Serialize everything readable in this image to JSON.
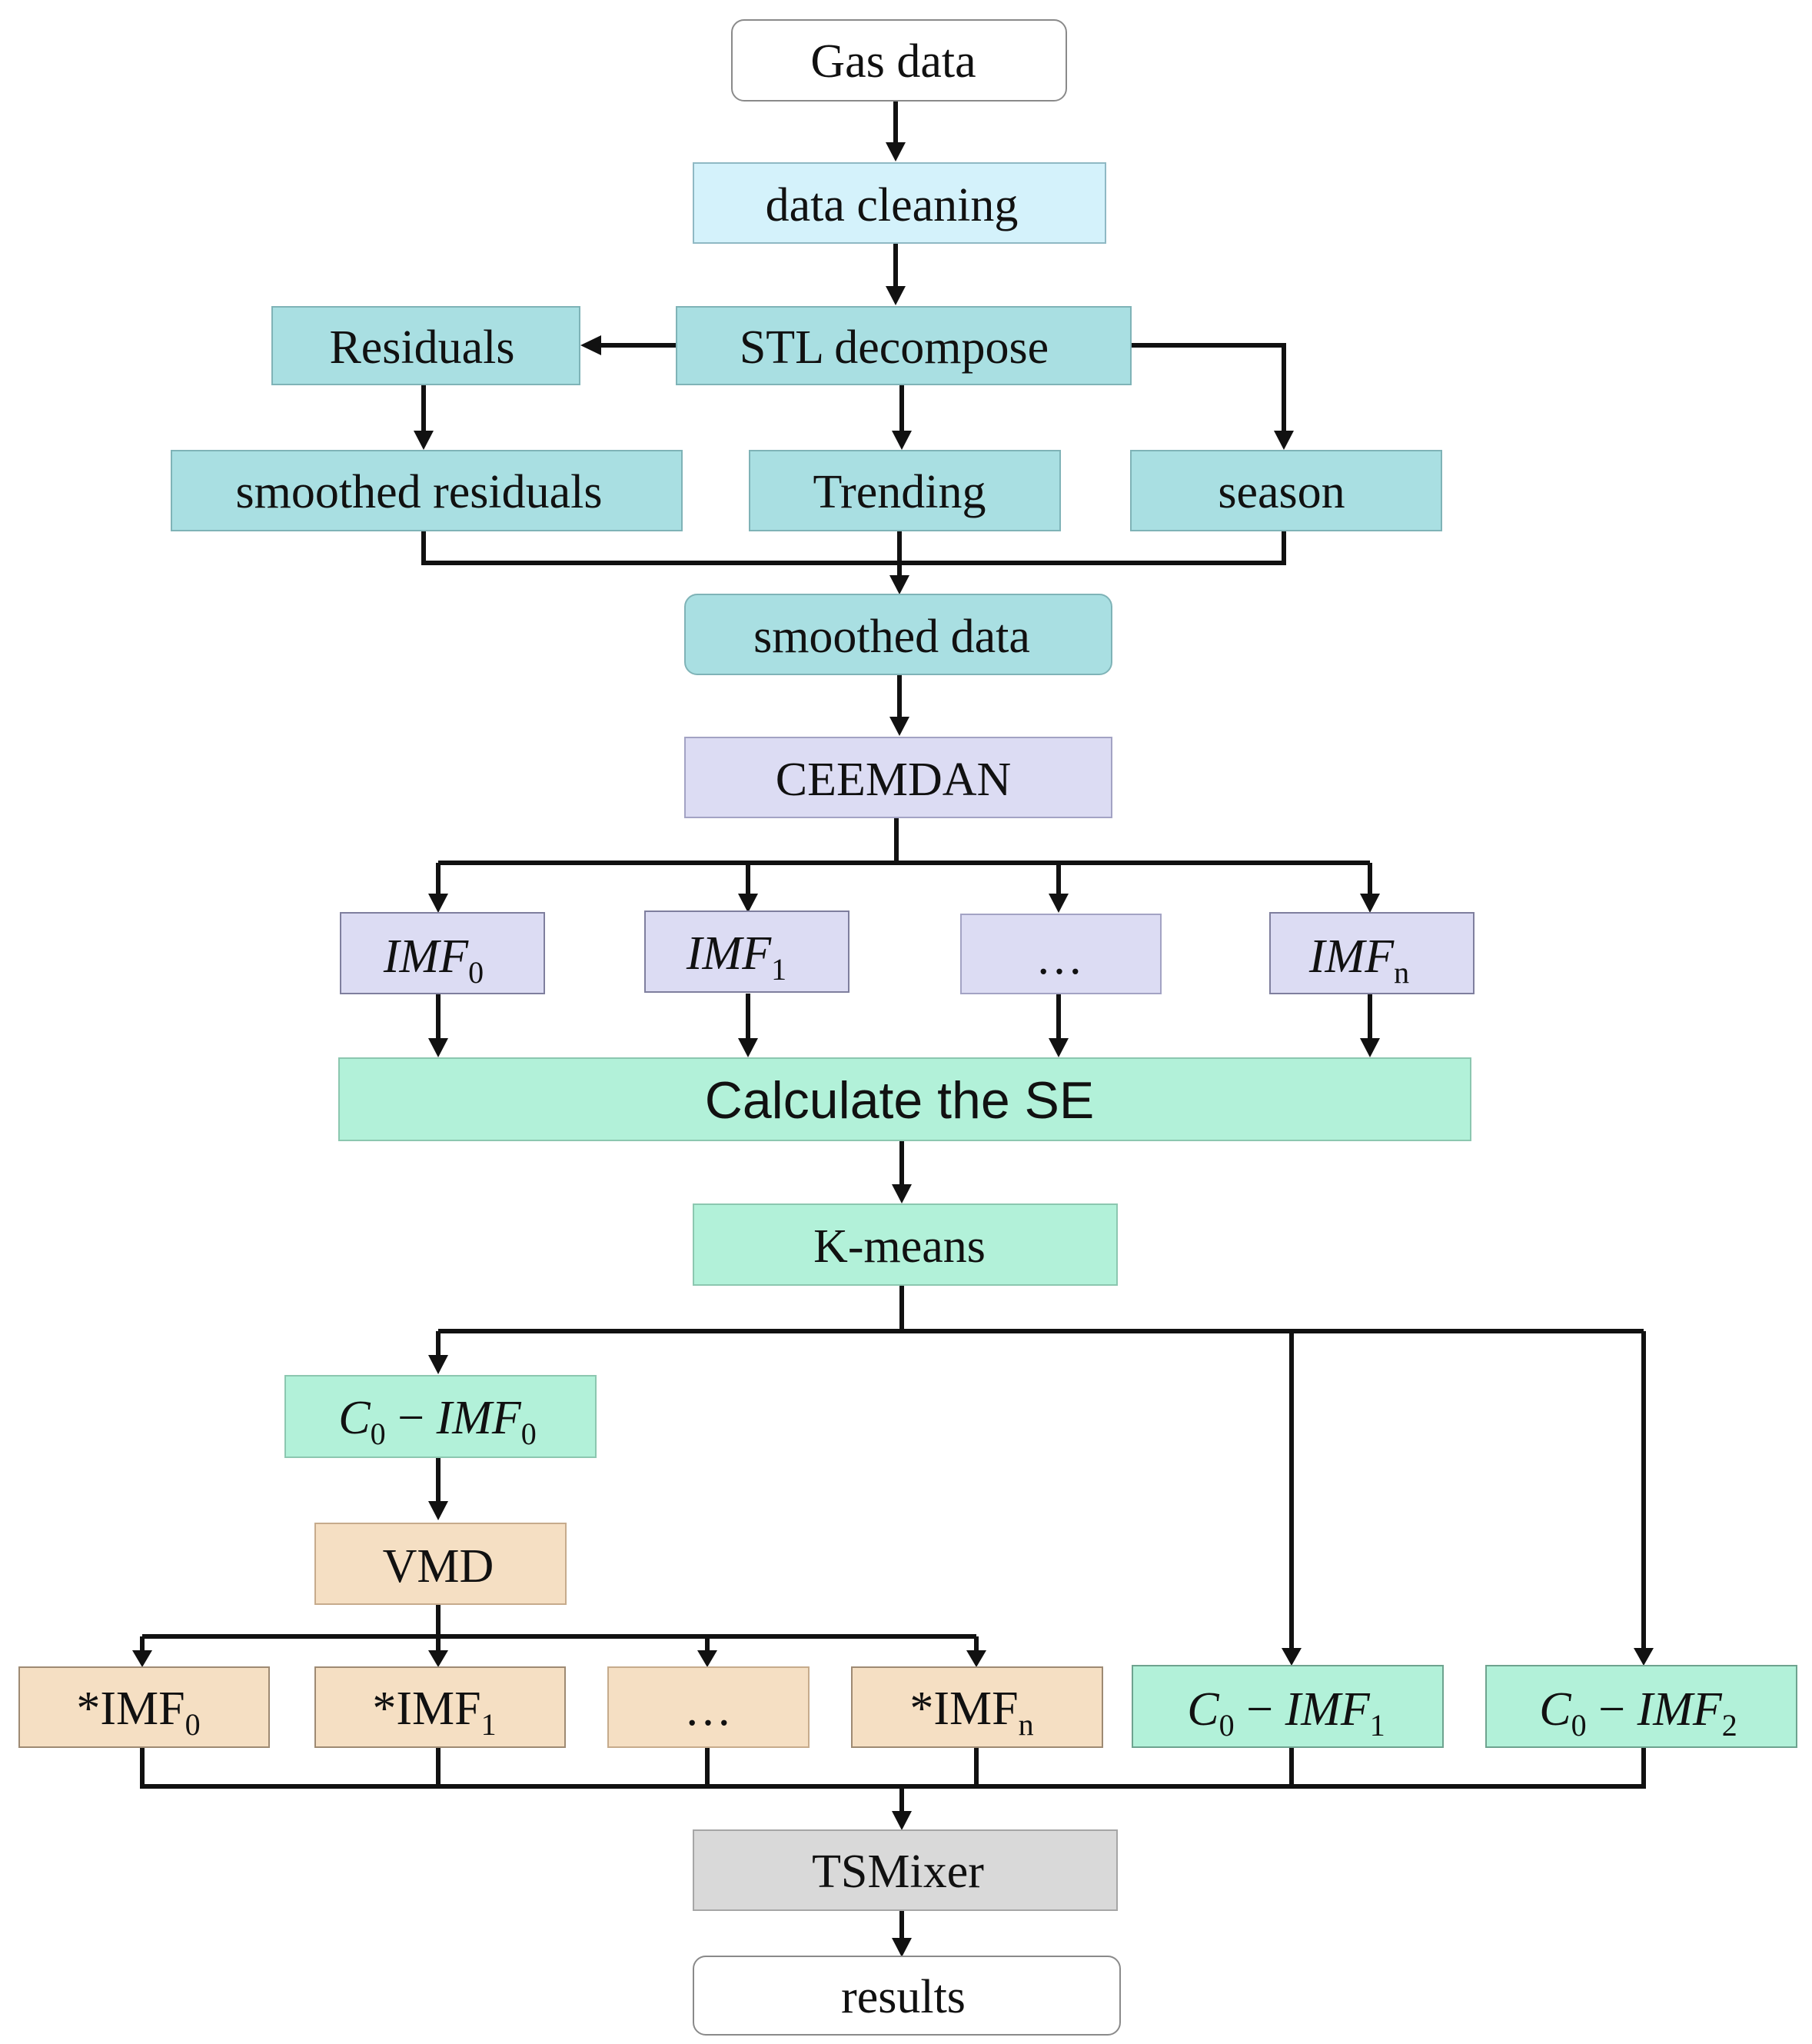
{
  "colors": {
    "white": "#ffffff",
    "light_blue": "#d4f2fb",
    "teal": "#a9dfe2",
    "lavender": "#dcdcf3",
    "mint": "#b2f1d9",
    "peach": "#f5dfc3",
    "gray": "#d9d9d9",
    "line": "#111111"
  },
  "nodes": {
    "gas_data": "Gas data",
    "data_cleaning": "data cleaning",
    "stl": "STL decompose",
    "residuals": "Residuals",
    "smoothed_residuals": "smoothed residuals",
    "trending": "Trending",
    "season": "season",
    "smoothed_data": "smoothed data",
    "ceemdan": "CEEMDAN",
    "calc_se": "Calculate the SE",
    "kmeans": "K-means",
    "vmd": "VMD",
    "tsmixer": "TSMixer",
    "results": "results"
  },
  "imf_row": {
    "imf0": {
      "base": "IMF",
      "sub": "0"
    },
    "imf1": {
      "base": "IMF",
      "sub": "1"
    },
    "ellipsis": "…",
    "imfn": {
      "base": "IMF",
      "sub": "n"
    }
  },
  "cluster": {
    "c0_imf0": {
      "c": "C",
      "c_sub": "0",
      "op": " − ",
      "imf": "IMF",
      "imf_sub": "0"
    },
    "c0_imf1": {
      "c": "C",
      "c_sub": "0",
      "op": " − ",
      "imf": "IMF",
      "imf_sub": "1"
    },
    "c0_imf2": {
      "c": "C",
      "c_sub": "0",
      "op": " − ",
      "imf": "IMF",
      "imf_sub": "2"
    }
  },
  "vmd_row": {
    "simf0": {
      "base": "*IMF",
      "sub": "0"
    },
    "simf1": {
      "base": "*IMF",
      "sub": "1"
    },
    "ellipsis": "…",
    "simfn": {
      "base": "*IMF",
      "sub": "n"
    }
  }
}
